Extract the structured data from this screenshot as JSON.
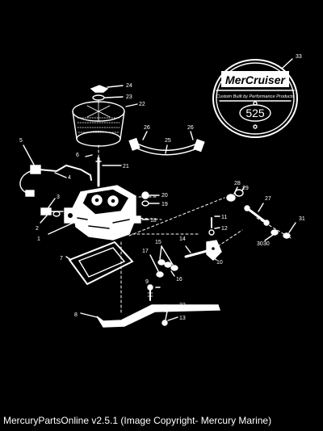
{
  "colors": {
    "background": "#000000",
    "line": "#ffffff"
  },
  "badge": {
    "brand": "MerCruiser",
    "tagline": "Custom Built by Performance Products",
    "model": "525"
  },
  "callouts": [
    "1",
    "2",
    "3",
    "4",
    "5",
    "6",
    "7",
    "8",
    "9",
    "10",
    "11",
    "12",
    "13",
    "14",
    "15",
    "16",
    "17",
    "18",
    "19",
    "20",
    "21",
    "22",
    "23",
    "24",
    "25",
    "26",
    "26",
    "27",
    "28",
    "29",
    "30",
    "30",
    "31",
    "32",
    "33"
  ],
  "caption": "MercuryPartsOnline v2.5.1 (Image Copyright- Mercury Marine)"
}
